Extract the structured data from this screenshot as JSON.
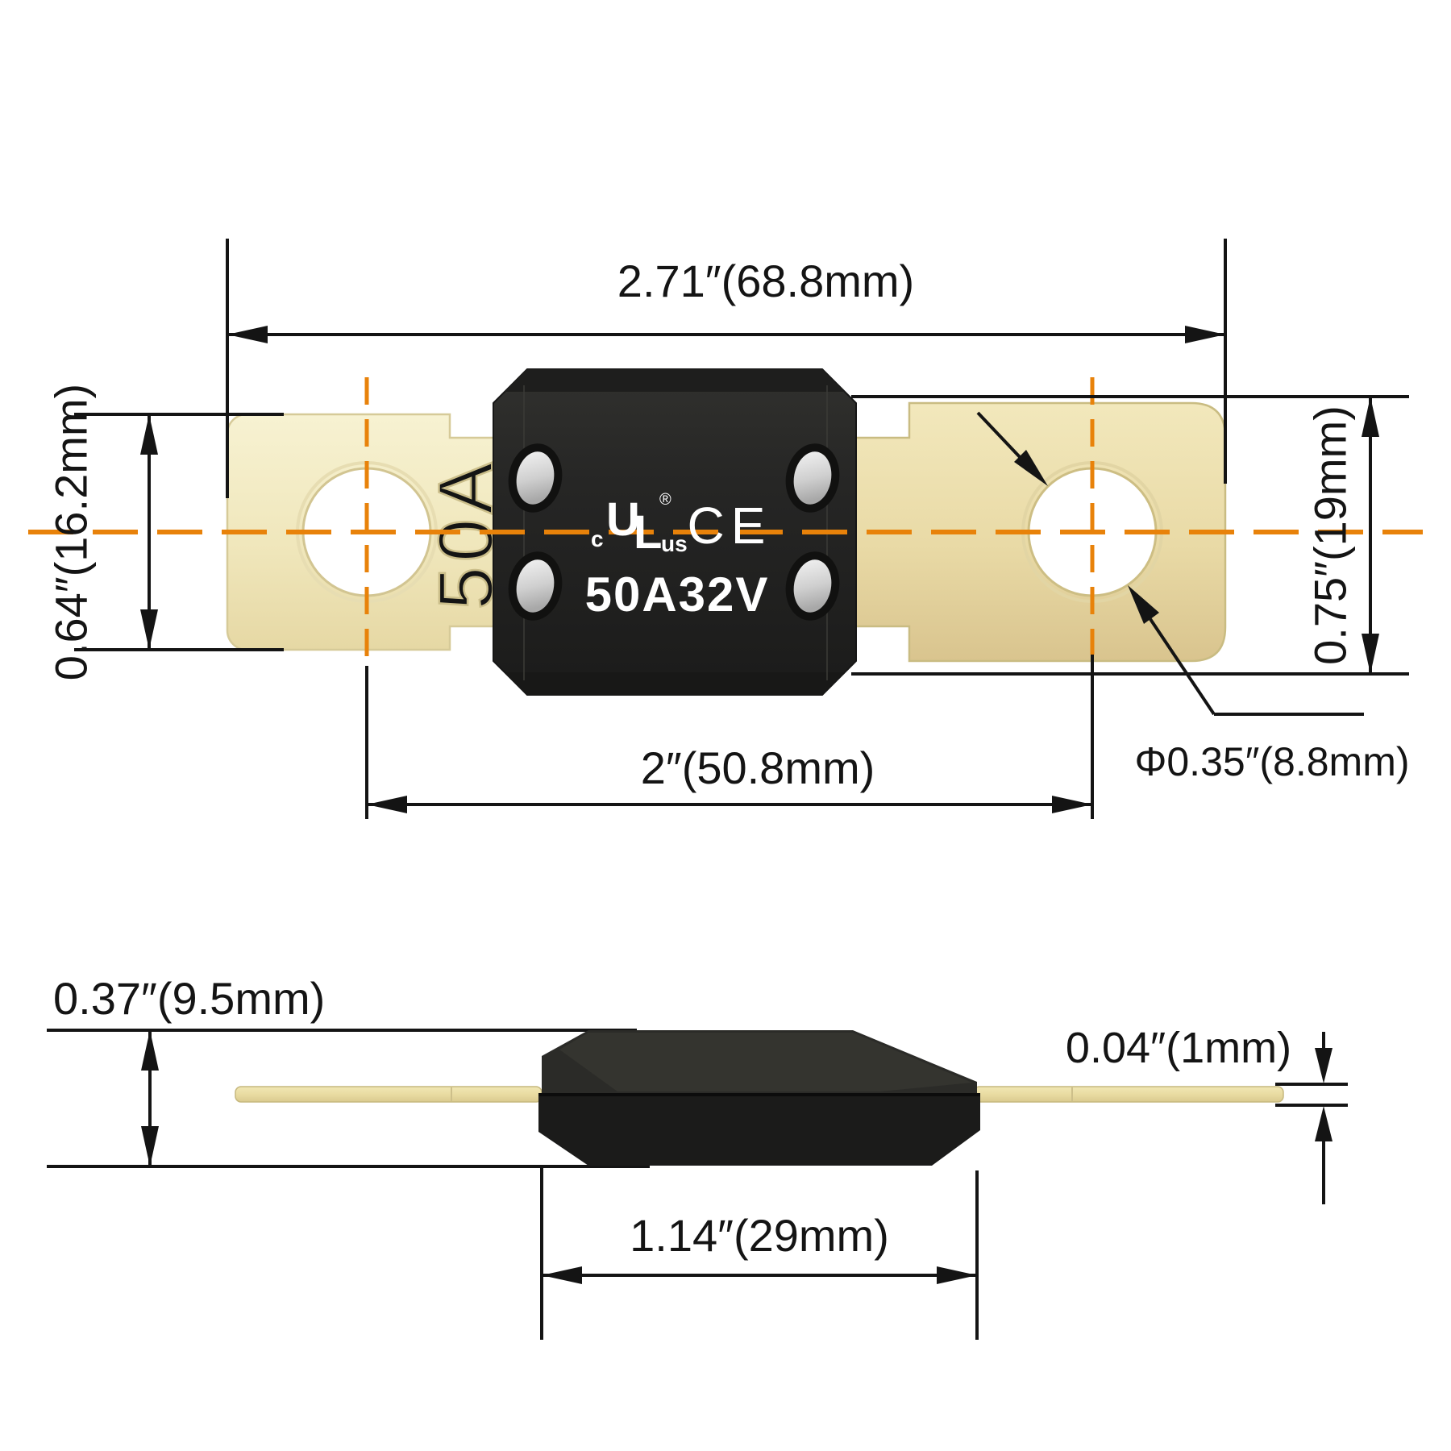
{
  "labels": {
    "overall_length": "2.71″(68.8mm)",
    "left_terminal_height": "0.64″(16.2mm)",
    "right_terminal_height": "0.75″(19mm)",
    "hole_spacing": "2″(50.8mm)",
    "hole_diameter": "Φ0.35″(8.8mm)",
    "body_height": "0.37″(9.5mm)",
    "blade_thickness": "0.04″(1mm)",
    "body_width": "1.14″(29mm)"
  },
  "fuse": {
    "rating": "50A32V",
    "terminal_stamp": "50A",
    "ul_c": "c",
    "ul_u": "U",
    "ul_l": "L",
    "ul_us": "us",
    "ul_reg": "®",
    "ce": "CE"
  },
  "colors": {
    "centerline_orange": "#E8820A",
    "terminal_gold": "#F2EAC2",
    "body_black": "#242422",
    "rivet_silver": "#D9D9D9",
    "dimension_black": "#141414"
  }
}
